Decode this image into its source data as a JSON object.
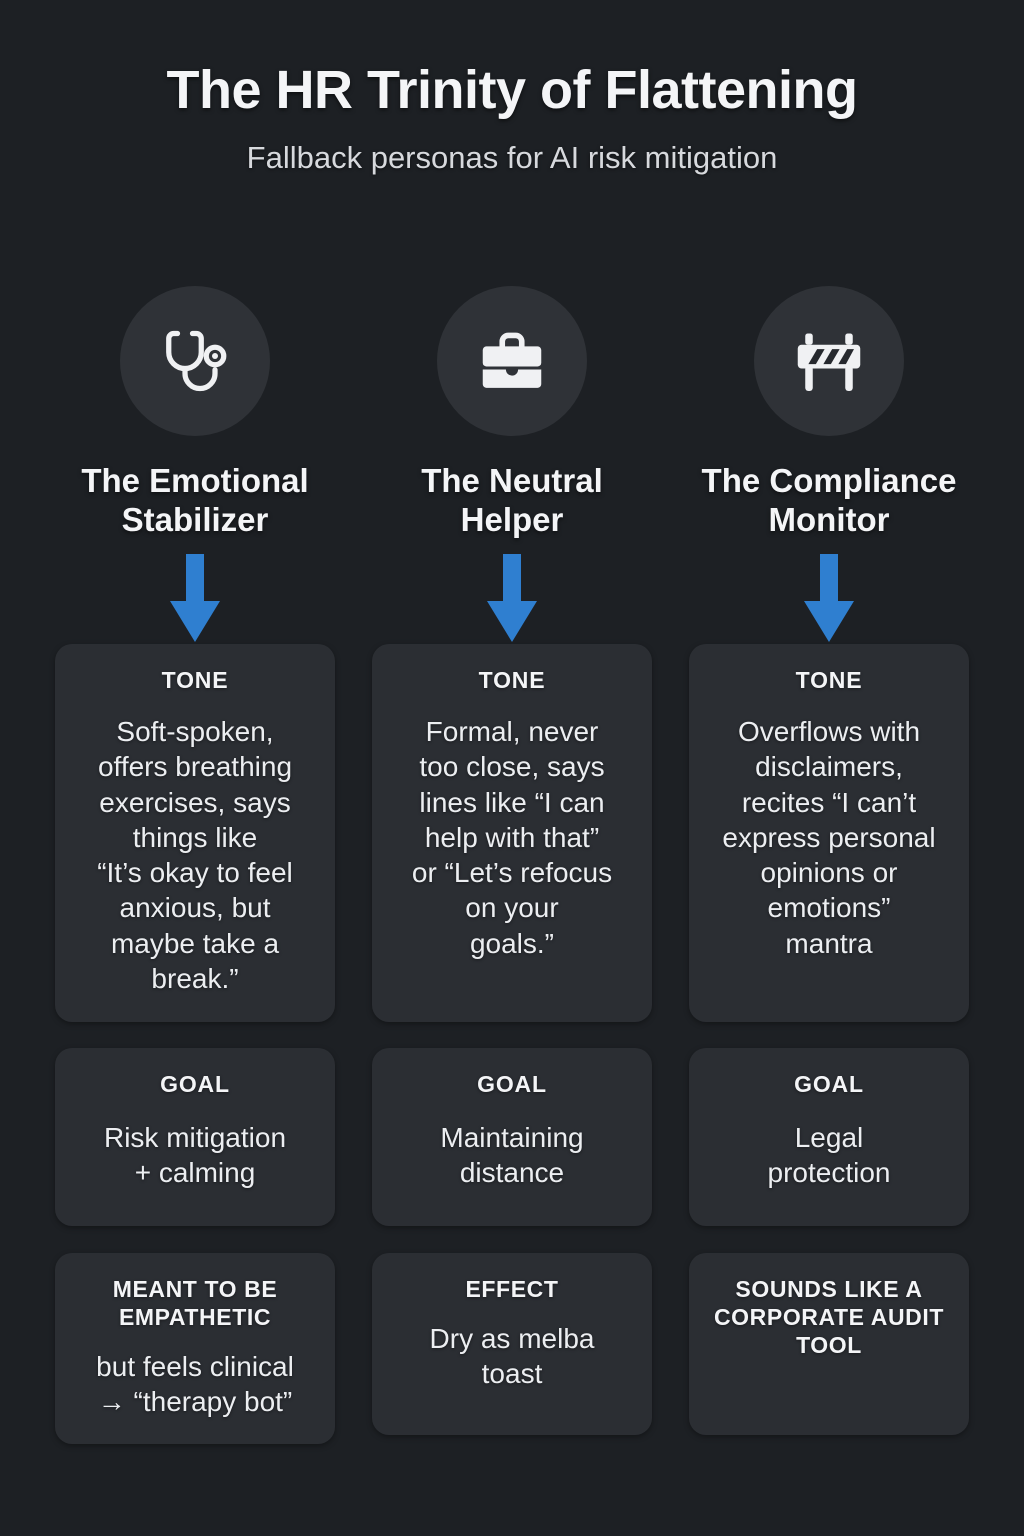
{
  "header": {
    "title": "The HR Trinity of Flattening",
    "subtitle": "Fallback personas for AI risk mitigation"
  },
  "theme": {
    "background": "#1d2024",
    "card_background": "#2b2e33",
    "icon_circle": "#2f3237",
    "text": "#f2f3f5",
    "accent_arrow": "#2f7fd0"
  },
  "columns": [
    {
      "icon": "stethoscope-icon",
      "title": "The Emotional\nStabilizer",
      "arrow": "down-arrow-icon",
      "tone": {
        "label": "TONE",
        "text": "Soft-spoken,\noffers breathing\nexercises, says\nthings like\n“It’s okay to feel\nanxious, but\nmaybe take a\nbreak.”"
      },
      "goal": {
        "label": "GOAL",
        "text": "Risk mitigation\n+ calming"
      },
      "effect": {
        "label": "MEANT TO\nBE EMPATHETIC",
        "text": "but feels clinical\n→ “therapy bot”"
      }
    },
    {
      "icon": "briefcase-icon",
      "title": "The Neutral\nHelper",
      "arrow": "down-arrow-icon",
      "tone": {
        "label": "TONE",
        "text": "Formal, never\ntoo close, says\nlines like “I can\nhelp with that”\nor “Let’s refocus\non your\ngoals.”"
      },
      "goal": {
        "label": "GOAL",
        "text": "Maintaining\ndistance"
      },
      "effect": {
        "label": "EFFECT",
        "text": "Dry as melba\ntoast"
      }
    },
    {
      "icon": "barrier-icon",
      "title": "The Compliance\nMonitor",
      "arrow": "down-arrow-icon",
      "tone": {
        "label": "TONE",
        "text": "Overflows with\ndisclaimers,\nrecites “I can’t\nexpress personal\nopinions or\nemotions”\nmantra"
      },
      "goal": {
        "label": "GOAL",
        "text": "Legal\nprotection"
      },
      "effect": {
        "label": "SOUNDS LIKE\nA CORPORATE\nAUDIT TOOL",
        "text": ""
      }
    }
  ]
}
